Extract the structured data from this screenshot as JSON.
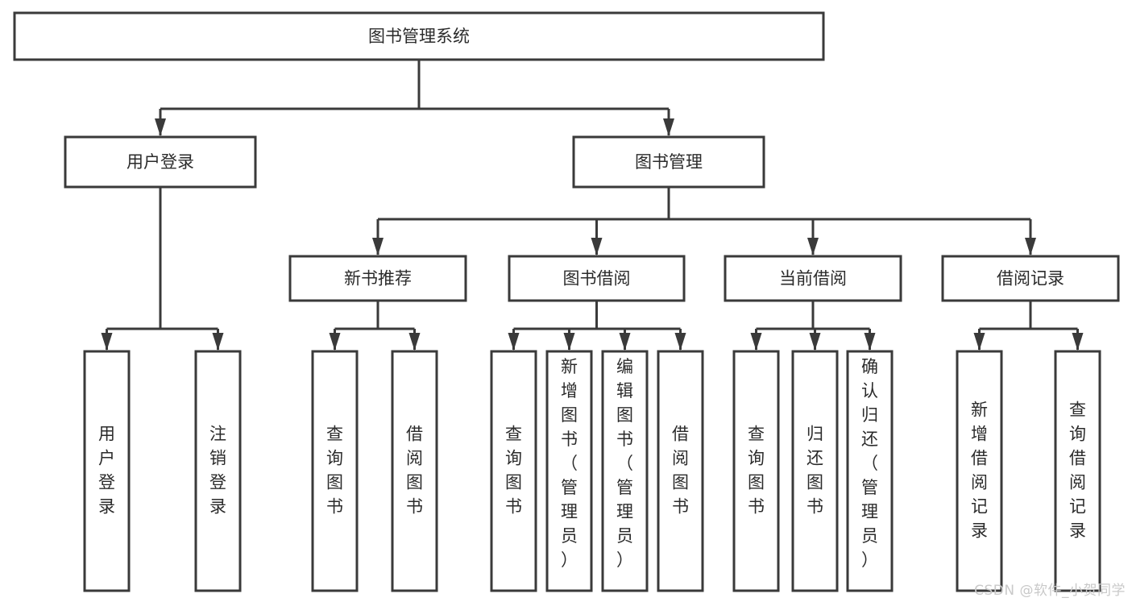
{
  "diagram": {
    "type": "tree",
    "title": "图书管理系统",
    "watermark": "CSDN @软件_小贺同学",
    "colors": {
      "stroke": "#3a3a3a",
      "text": "#2b2b2b",
      "background": "#ffffff",
      "watermark": "#c9c9c9"
    },
    "levels": {
      "root": {
        "label": "图书管理系统"
      },
      "level1": [
        {
          "label": "用户登录"
        },
        {
          "label": "图书管理"
        }
      ],
      "level2": [
        {
          "label": "新书推荐",
          "parent": "图书管理"
        },
        {
          "label": "图书借阅",
          "parent": "图书管理"
        },
        {
          "label": "当前借阅",
          "parent": "图书管理"
        },
        {
          "label": "借阅记录",
          "parent": "图书管理"
        }
      ],
      "leaves": {
        "用户登录": [
          {
            "label": "用户登录"
          },
          {
            "label": "注销登录"
          }
        ],
        "新书推荐": [
          {
            "label": "查询图书"
          },
          {
            "label": "借阅图书"
          }
        ],
        "图书借阅": [
          {
            "label": "查询图书"
          },
          {
            "label": "新增图书（管理员）"
          },
          {
            "label": "编辑图书（管理员）"
          },
          {
            "label": "借阅图书"
          }
        ],
        "当前借阅": [
          {
            "label": "查询图书"
          },
          {
            "label": "归还图书"
          },
          {
            "label": "确认归还（管理员）"
          }
        ],
        "借阅记录": [
          {
            "label": "新增借阅记录"
          },
          {
            "label": "查询借阅记录"
          }
        ]
      }
    }
  }
}
